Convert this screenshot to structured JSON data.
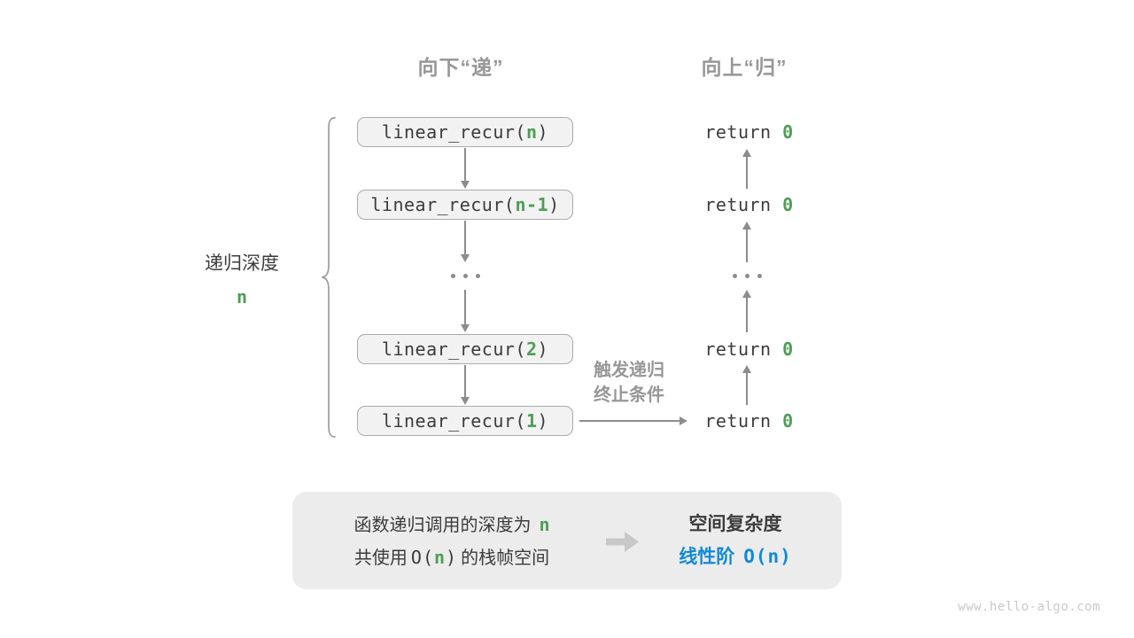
{
  "headers": {
    "descend": "向下“递”",
    "ascend": "向上“归”"
  },
  "depth": {
    "label": "递归深度",
    "value": "n"
  },
  "stack": {
    "boxes": [
      {
        "pre": "linear_recur(",
        "arg": "n",
        "post": ")"
      },
      {
        "pre": "linear_recur(",
        "arg": "n-1",
        "post": ")"
      },
      {
        "pre": "linear_recur(",
        "arg": "2",
        "post": ")"
      },
      {
        "pre": "linear_recur(",
        "arg": "1",
        "post": ")"
      }
    ],
    "returns": [
      {
        "pre": "return ",
        "value": "0"
      },
      {
        "pre": "return ",
        "value": "0"
      },
      {
        "pre": "return ",
        "value": "0"
      },
      {
        "pre": "return ",
        "value": "0"
      }
    ]
  },
  "trigger": {
    "line1": "触发递归",
    "line2": "终止条件"
  },
  "summary": {
    "line1_text": "函数递归调用的深度为",
    "line1_var": "n",
    "line2_pre": "共使用",
    "line2_o_open": "O(",
    "line2_var": "n",
    "line2_o_close": ")",
    "line2_post": "的栈帧空间",
    "right_title": "空间复杂度",
    "result_zh": "线性阶",
    "result_big_o": "O(n)"
  },
  "watermark": "www.hello-algo.com",
  "colors": {
    "green": "#4f9d55",
    "blue": "#1289d8",
    "dark": "#3c3c3c",
    "gray_label": "#979797",
    "arrow_gray": "#8c8c8c",
    "box_bg": "#f2f2f2",
    "box_border": "#ababab",
    "panel_bg": "#ececec",
    "block_arrow": "#c8c8c8",
    "watermark": "#c9c9c9",
    "brace": "#9c9c9c"
  }
}
